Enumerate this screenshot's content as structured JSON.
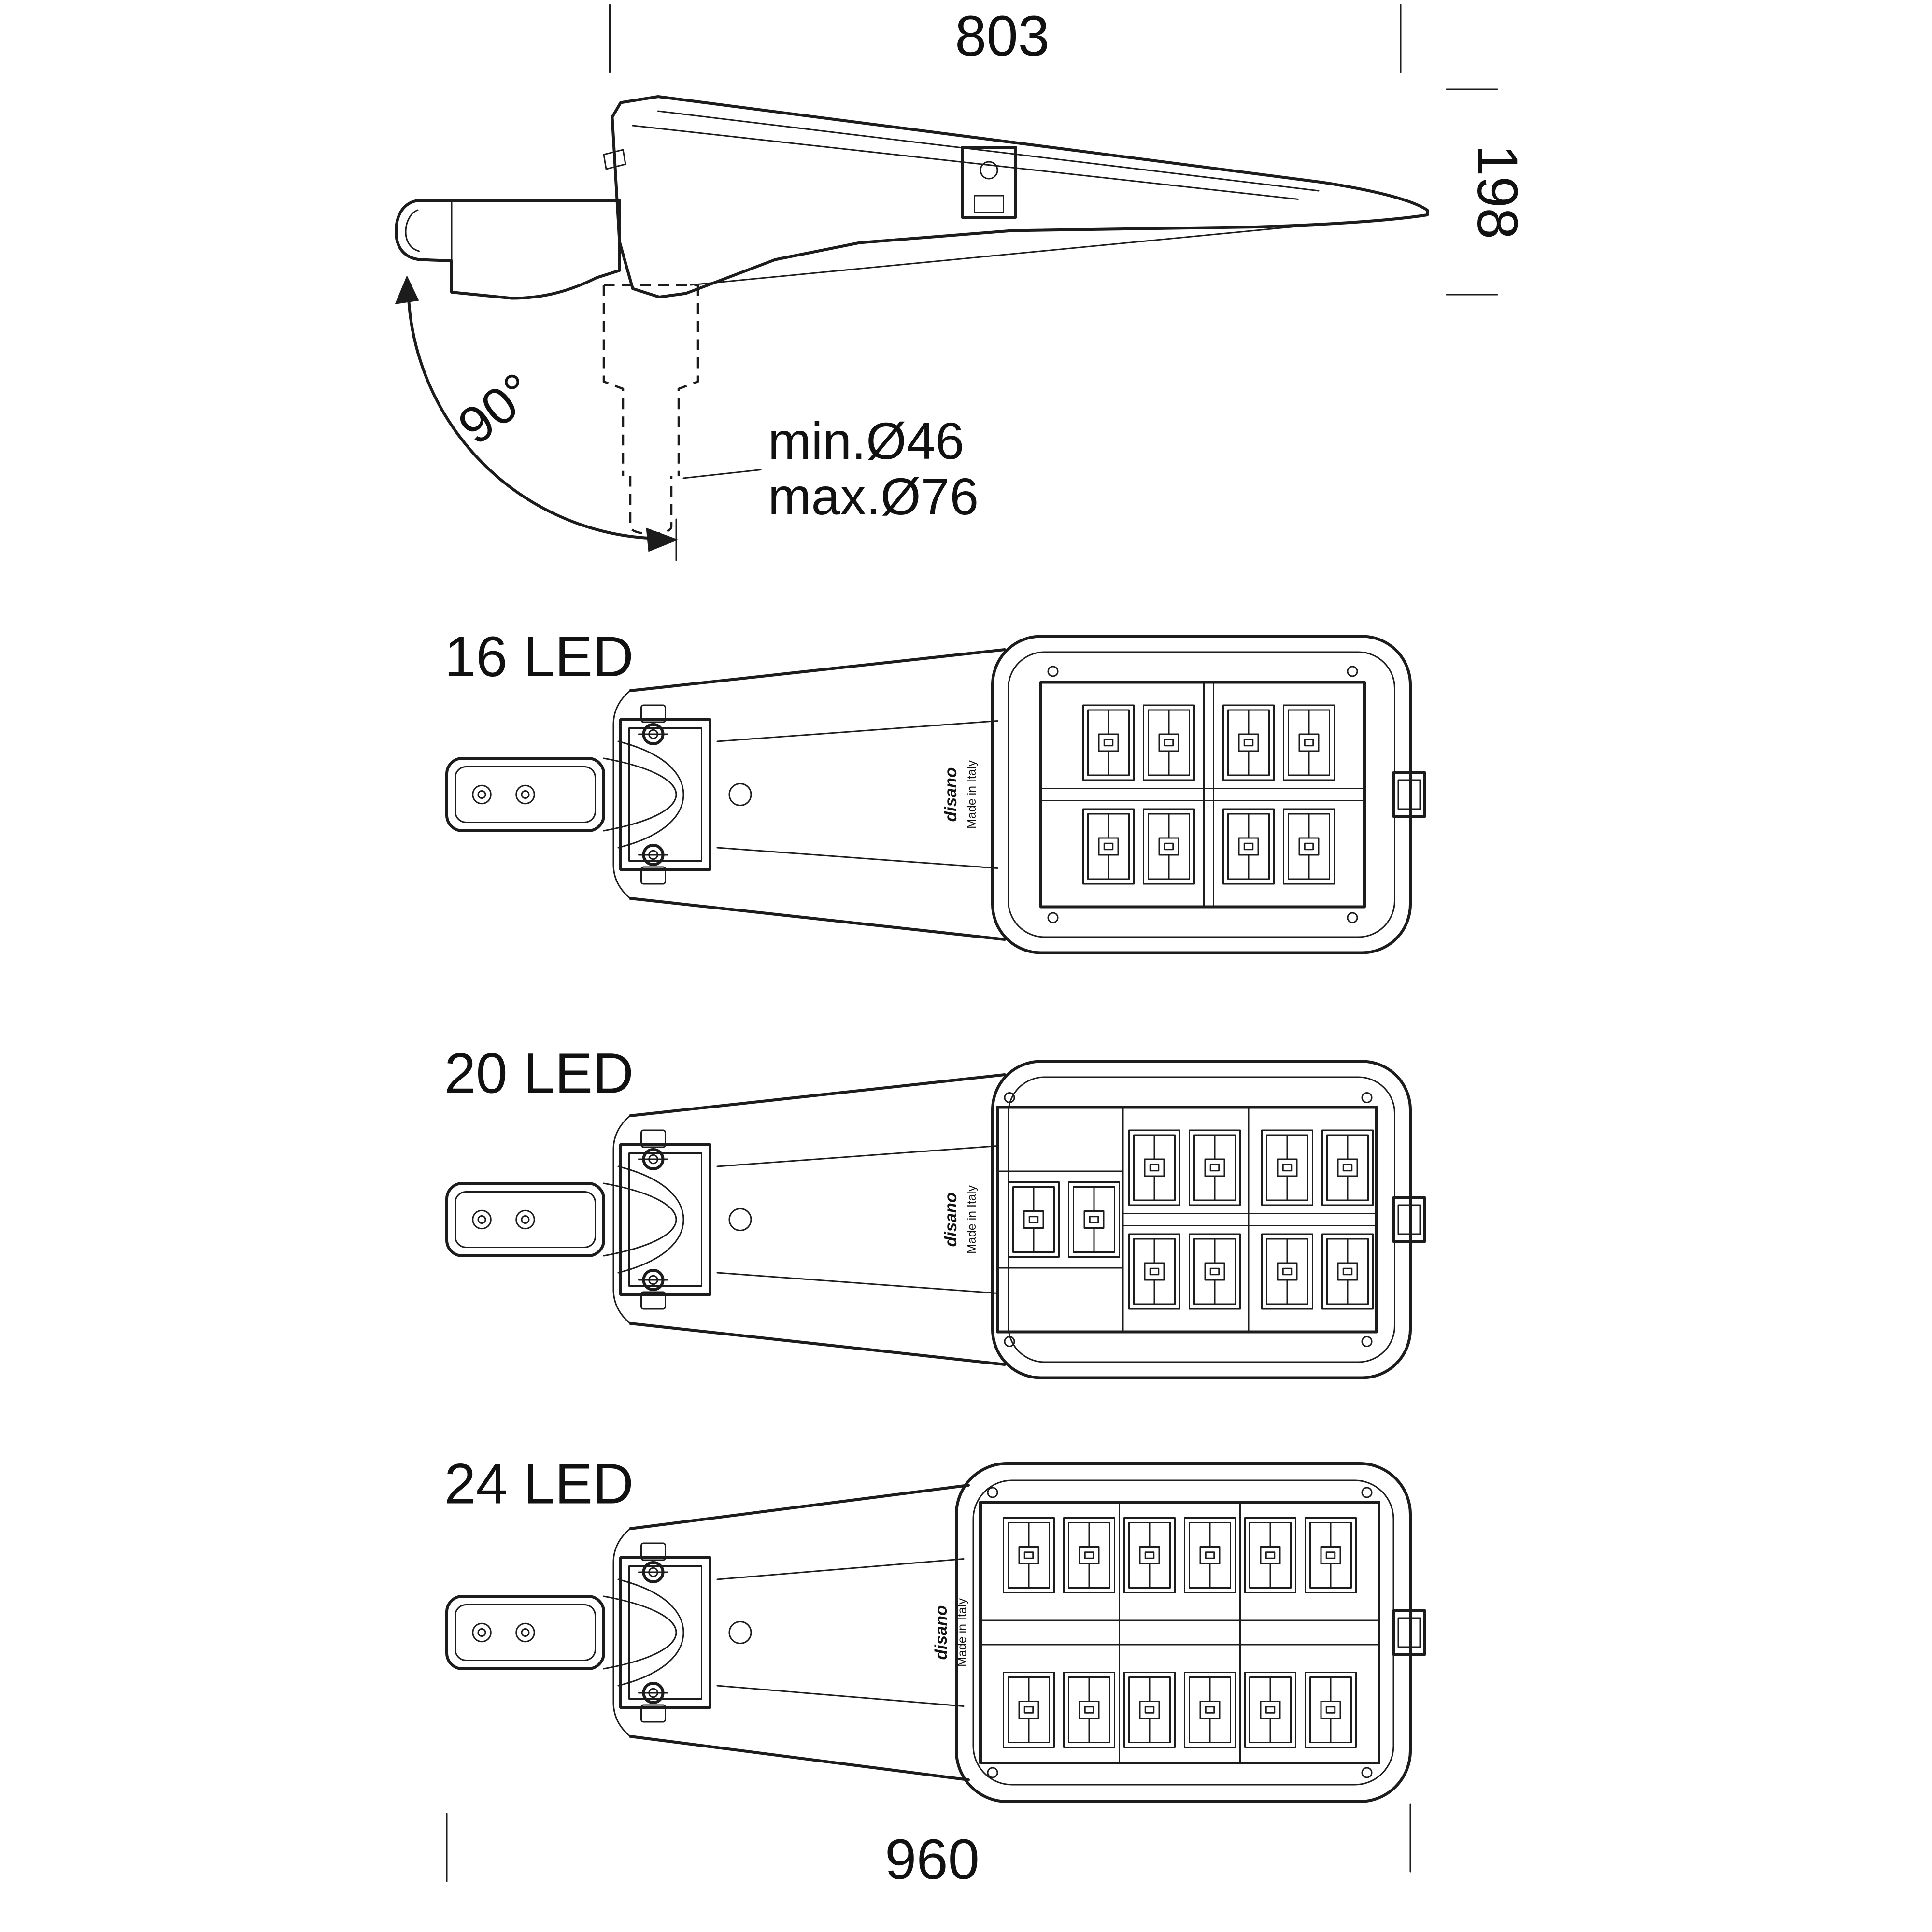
{
  "colors": {
    "background": "#ffffff",
    "line": "#1c1c1c"
  },
  "side_view": {
    "dim_width": "803",
    "dim_height": "198",
    "angle": "90°",
    "pole_min": "min.Ø46",
    "pole_max": "max.Ø76"
  },
  "variants": [
    {
      "label": "16 LED",
      "led_count": 16,
      "modules_drawn": 8
    },
    {
      "label": "20 LED",
      "led_count": 20,
      "modules_drawn": 10
    },
    {
      "label": "24 LED",
      "led_count": 24,
      "modules_drawn": 12
    }
  ],
  "bottom_dim": "960",
  "markings": {
    "brand": "disano",
    "made_in": "Made in Italy"
  }
}
